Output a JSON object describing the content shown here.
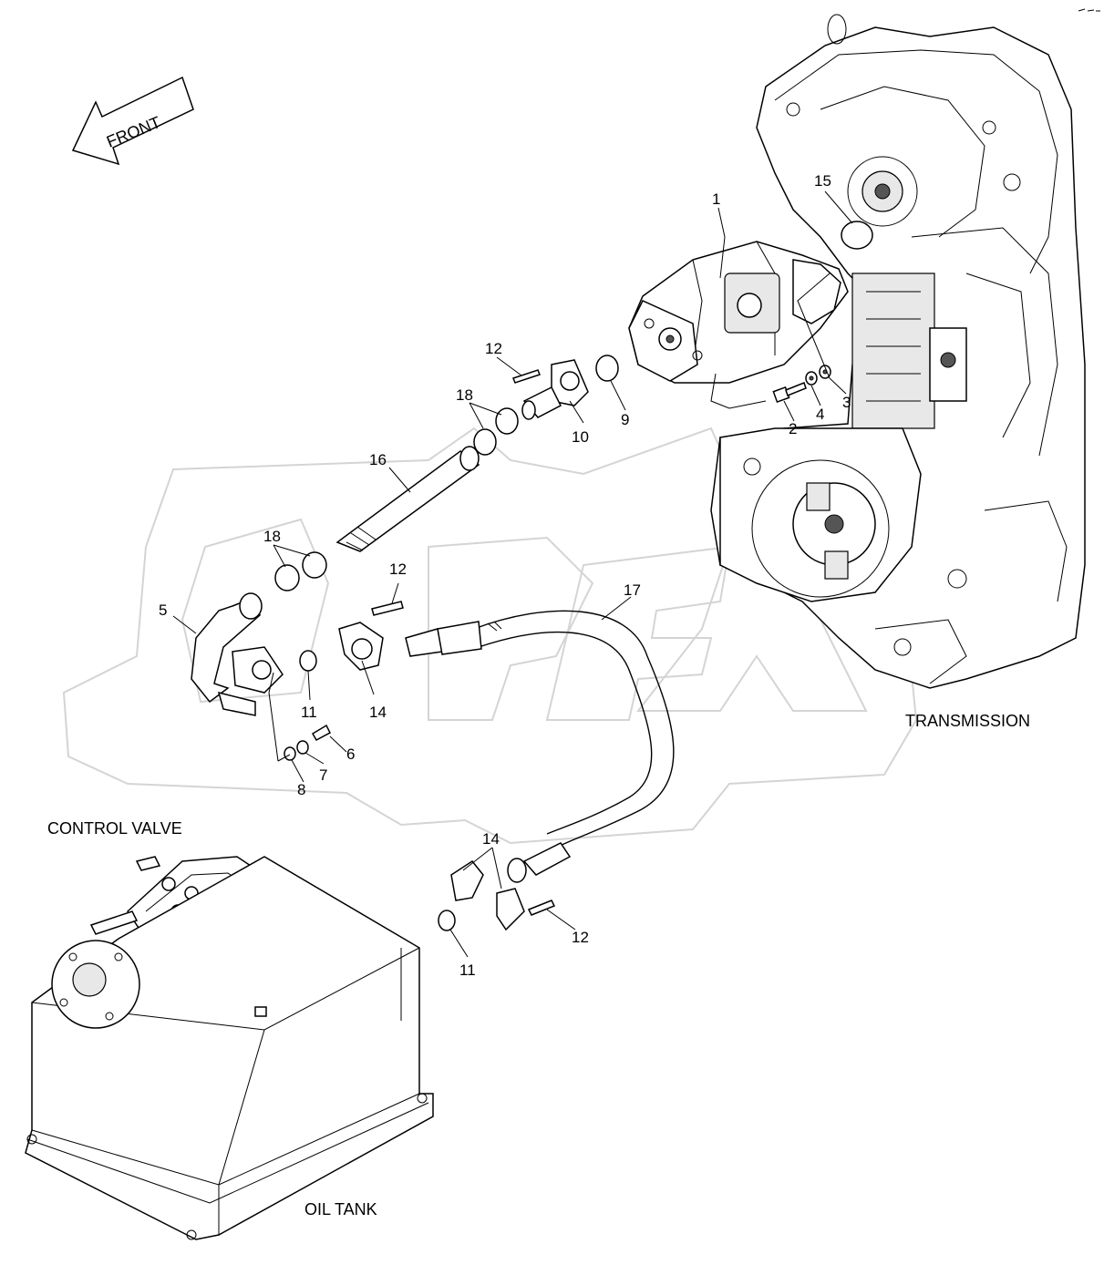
{
  "labels": {
    "front": "FRONT",
    "transmission": "TRANSMISSION",
    "control_valve": "CONTROL VALVE",
    "oil_tank": "OIL TANK"
  },
  "callouts": {
    "c1": "1",
    "c2": "2",
    "c3": "3",
    "c4": "4",
    "c5": "5",
    "c6": "6",
    "c7": "7",
    "c8": "8",
    "c9": "9",
    "c10": "10",
    "c11a": "11",
    "c11b": "11",
    "c12a": "12",
    "c12b": "12",
    "c12c": "12",
    "c14a": "14",
    "c14b": "14",
    "c15": "15",
    "c16": "16",
    "c17": "17",
    "c18a": "18",
    "c18b": "18"
  }
}
